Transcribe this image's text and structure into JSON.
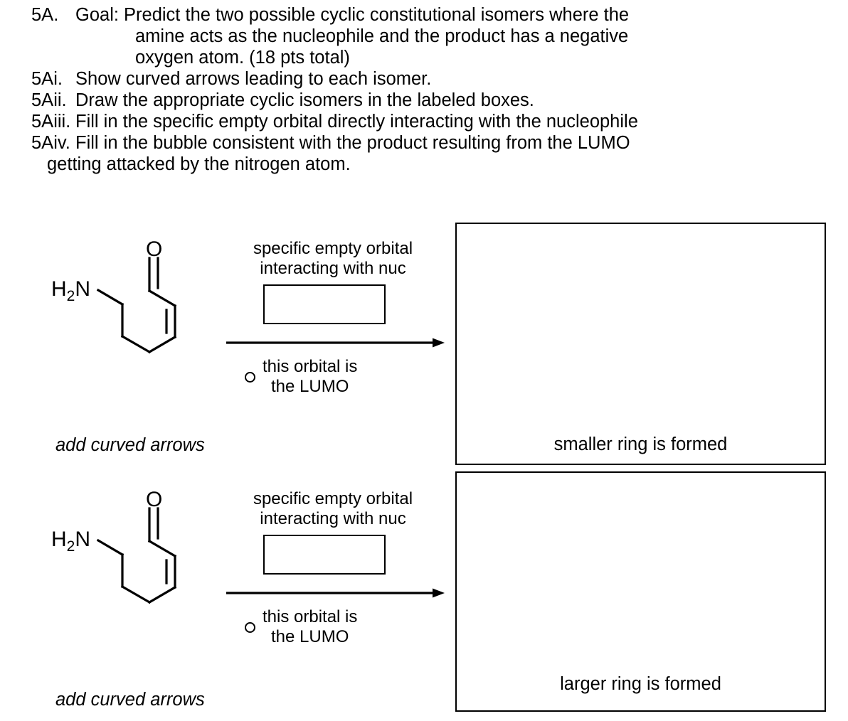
{
  "instructions": {
    "lines": [
      {
        "label": "5A.",
        "body": "Goal: Predict the two possible cyclic constitutional isomers where the"
      },
      {
        "label": "5Ai.",
        "body": "Show curved arrows leading to each isomer."
      },
      {
        "label": "5Aii.",
        "body": "Draw the appropriate cyclic isomers in the labeled boxes."
      },
      {
        "label": "5Aiii.",
        "body": "Fill in the specific empty orbital directly interacting with the nucleophile"
      },
      {
        "label": "5Aiv.",
        "body": "Fill in the bubble consistent with the product resulting from the LUMO"
      }
    ],
    "goal_cont_1": "amine acts as the nucleophile and the product has a negative",
    "goal_cont_2": "oxygen atom. (18 pts total)",
    "aiv_cont": "getting attacked by the nitrogen atom."
  },
  "schemes": [
    {
      "molecule": {
        "amine_label": "H",
        "amine_sub": "2",
        "amine_n": "N",
        "oxygen_label": "O"
      },
      "curved_arrow_note": "add curved arrows",
      "orbital_caption_line1": "specific empty orbital",
      "orbital_caption_line2": "interacting with nuc",
      "orbital_box_value": "",
      "bubble_line1": "this orbital is",
      "bubble_line2": "the LUMO",
      "product_label": "smaller ring is formed"
    },
    {
      "molecule": {
        "amine_label": "H",
        "amine_sub": "2",
        "amine_n": "N",
        "oxygen_label": "O"
      },
      "curved_arrow_note": "add curved arrows",
      "orbital_caption_line1": "specific empty orbital",
      "orbital_caption_line2": "interacting with nuc",
      "orbital_box_value": "",
      "bubble_line1": "this orbital is",
      "bubble_line2": "the LUMO",
      "product_label": "larger ring is formed"
    }
  ],
  "colors": {
    "ink": "#000000",
    "paper": "#ffffff"
  }
}
